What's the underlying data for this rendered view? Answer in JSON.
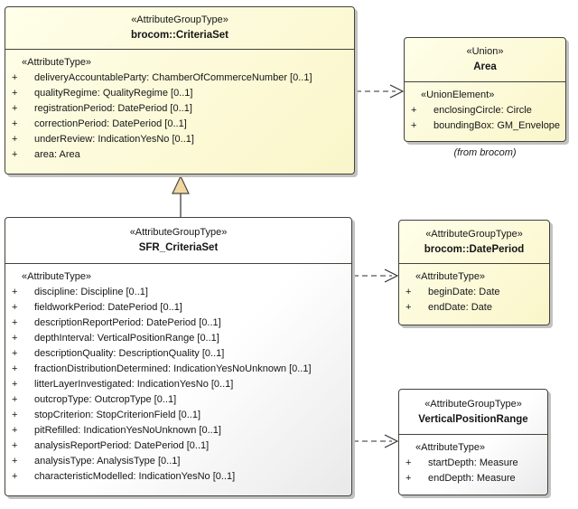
{
  "classes": {
    "criteria_set": {
      "stereotype": "«AttributeGroupType»",
      "name": "brocom::CriteriaSet",
      "section_label": "«AttributeType»",
      "attributes": [
        {
          "vis": "+",
          "text": "deliveryAccountableParty: ChamberOfCommerceNumber [0..1]"
        },
        {
          "vis": "+",
          "text": "qualityRegime: QualityRegime [0..1]"
        },
        {
          "vis": "+",
          "text": "registrationPeriod: DatePeriod [0..1]"
        },
        {
          "vis": "+",
          "text": "correctionPeriod: DatePeriod [0..1]"
        },
        {
          "vis": "+",
          "text": "underReview: IndicationYesNo [0..1]"
        },
        {
          "vis": "+",
          "text": "area: Area"
        }
      ]
    },
    "sfr_criteria_set": {
      "stereotype": "«AttributeGroupType»",
      "name": "SFR_CriteriaSet",
      "section_label": "«AttributeType»",
      "attributes": [
        {
          "vis": "+",
          "text": "discipline: Discipline [0..1]"
        },
        {
          "vis": "+",
          "text": "fieldworkPeriod: DatePeriod [0..1]"
        },
        {
          "vis": "+",
          "text": "descriptionReportPeriod: DatePeriod [0..1]"
        },
        {
          "vis": "+",
          "text": "depthInterval: VerticalPositionRange [0..1]"
        },
        {
          "vis": "+",
          "text": "descriptionQuality: DescriptionQuality [0..1]"
        },
        {
          "vis": "+",
          "text": "fractionDistributionDetermined: IndicationYesNoUnknown [0..1]"
        },
        {
          "vis": "+",
          "text": "litterLayerInvestigated: IndicationYesNo [0..1]"
        },
        {
          "vis": "+",
          "text": "outcropType: OutcropType [0..1]"
        },
        {
          "vis": "+",
          "text": "stopCriterion: StopCriterionField [0..1]"
        },
        {
          "vis": "+",
          "text": "pitRefilled: IndicationYesNoUnknown [0..1]"
        },
        {
          "vis": "+",
          "text": "analysisReportPeriod: DatePeriod [0..1]"
        },
        {
          "vis": "+",
          "text": "analysisType: AnalysisType [0..1]"
        },
        {
          "vis": "+",
          "text": "characteristicModelled: IndicationYesNo [0..1]"
        }
      ]
    },
    "area": {
      "stereotype": "«Union»",
      "name": "Area",
      "section_label": "«UnionElement»",
      "attributes": [
        {
          "vis": "+",
          "text": "enclosingCircle: Circle"
        },
        {
          "vis": "+",
          "text": "boundingBox: GM_Envelope"
        }
      ],
      "note": "(from brocom)"
    },
    "date_period": {
      "stereotype": "«AttributeGroupType»",
      "name": "brocom::DatePeriod",
      "section_label": "«AttributeType»",
      "attributes": [
        {
          "vis": "+",
          "text": "beginDate: Date"
        },
        {
          "vis": "+",
          "text": "endDate: Date"
        }
      ]
    },
    "vertical_position_range": {
      "stereotype": "«AttributeGroupType»",
      "name": "VerticalPositionRange",
      "section_label": "«AttributeType»",
      "attributes": [
        {
          "vis": "+",
          "text": "startDepth: Measure"
        },
        {
          "vis": "+",
          "text": "endDepth: Measure"
        }
      ]
    }
  },
  "relations": [
    {
      "type": "generalization",
      "from": "SFR_CriteriaSet",
      "to": "brocom::CriteriaSet"
    },
    {
      "type": "dependency",
      "from": "brocom::CriteriaSet",
      "to": "Area"
    },
    {
      "type": "dependency",
      "from": "SFR_CriteriaSet",
      "to": "brocom::DatePeriod"
    },
    {
      "type": "dependency",
      "from": "SFR_CriteriaSet",
      "to": "VerticalPositionRange"
    }
  ],
  "colors": {
    "class_fill_yellow": "#FDFBD9",
    "class_fill_white": "#FFFFFF",
    "border": "#43423A",
    "shadow": "#C2C2C2",
    "connector": "#2E2E2E",
    "generalization_triangle_fill": "#F0D6A2",
    "background": "#FFFFFF"
  }
}
